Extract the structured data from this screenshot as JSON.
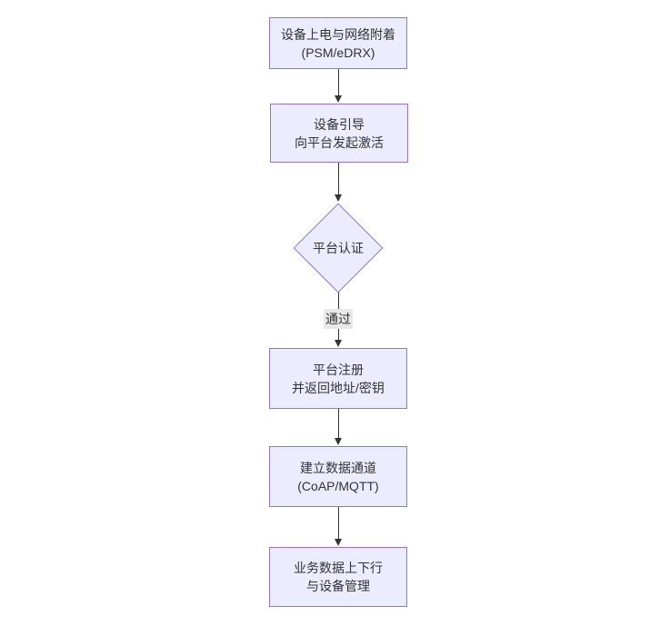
{
  "diagram": {
    "type": "flowchart",
    "direction": "top-down",
    "colors": {
      "node_fill": "#ECECFF",
      "node_border": "#9370DB",
      "edge_line": "#333333",
      "edge_label_bg": "#e8e8e8",
      "text": "#333333",
      "background": "#ffffff"
    },
    "nodes": [
      {
        "id": "A",
        "shape": "rect",
        "lines": [
          "设备上电与网络附着",
          "(PSM/eDRX)"
        ]
      },
      {
        "id": "B",
        "shape": "rect",
        "lines": [
          "设备引导",
          "向平台发起激活"
        ]
      },
      {
        "id": "C",
        "shape": "diamond",
        "lines": [
          "平台认证"
        ]
      },
      {
        "id": "D",
        "shape": "rect",
        "lines": [
          "平台注册",
          "并返回地址/密钥"
        ]
      },
      {
        "id": "E",
        "shape": "rect",
        "lines": [
          "建立数据通道",
          "(CoAP/MQTT)"
        ]
      },
      {
        "id": "F",
        "shape": "rect",
        "lines": [
          "业务数据上下行",
          "与设备管理"
        ]
      }
    ],
    "edges": [
      {
        "from": "A",
        "to": "B",
        "label": ""
      },
      {
        "from": "B",
        "to": "C",
        "label": ""
      },
      {
        "from": "C",
        "to": "D",
        "label": "通过"
      },
      {
        "from": "D",
        "to": "E",
        "label": ""
      },
      {
        "from": "E",
        "to": "F",
        "label": ""
      }
    ]
  }
}
